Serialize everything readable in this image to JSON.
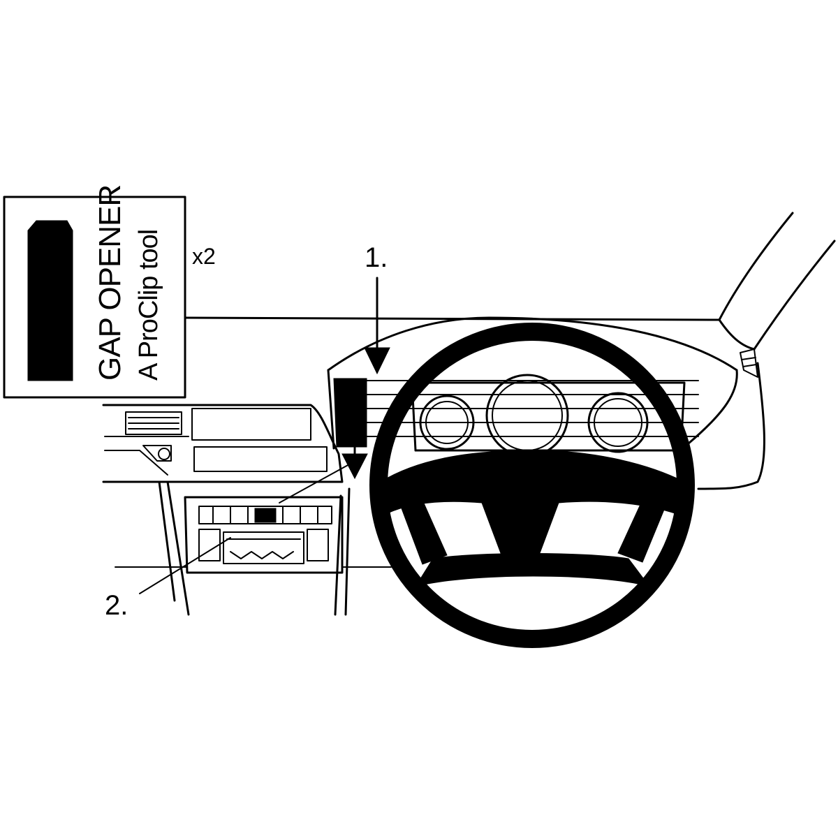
{
  "tool_box": {
    "title": "GAP OPENER",
    "subtitle": "A ProClip tool",
    "quantity": "x2"
  },
  "callouts": [
    {
      "label": "1."
    },
    {
      "label": "2."
    }
  ],
  "colors": {
    "ink": "#000000",
    "background": "#ffffff"
  }
}
